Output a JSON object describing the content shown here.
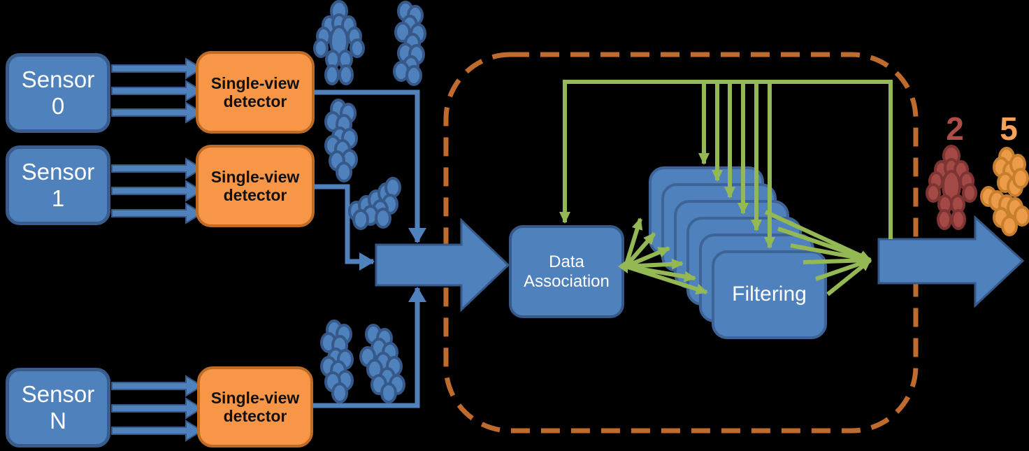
{
  "diagram": {
    "sensors": [
      {
        "line1": "Sensor",
        "line2": "0"
      },
      {
        "line1": "Sensor",
        "line2": "1"
      },
      {
        "line1": "Sensor",
        "line2": "N"
      }
    ],
    "detectors": [
      {
        "line1": "Single-view",
        "line2": "detector"
      },
      {
        "line1": "Single-view",
        "line2": "detector"
      },
      {
        "line1": "Single-view",
        "line2": "detector"
      }
    ],
    "data_association": {
      "line1": "Data",
      "line2": "Association"
    },
    "filtering": {
      "label": "Filtering",
      "stack_count": 6
    },
    "track_counts": {
      "red": "2",
      "orange": "5"
    },
    "icons": {
      "blue_person_cluster": "person-detections-icon",
      "blue_point_clusters": "point-detections-icon",
      "red_person_cluster": "tracked-person-red-icon",
      "orange_point_cluster": "tracked-points-orange-icon"
    },
    "colors": {
      "background": "#000000",
      "box_blue": "#4F81BD",
      "box_blue_border": "#3A5C8C",
      "box_orange": "#F79646",
      "box_orange_border": "#BE6C25",
      "arrow_blue": "#4F81BD",
      "arrow_green": "#94B854",
      "dashed_border": "#BE6B2D",
      "count_red": "#AE4C48",
      "count_orange": "#F5A259",
      "figure_red_fill": "#A34A46",
      "figure_orange_fill": "#EC9C49"
    }
  }
}
